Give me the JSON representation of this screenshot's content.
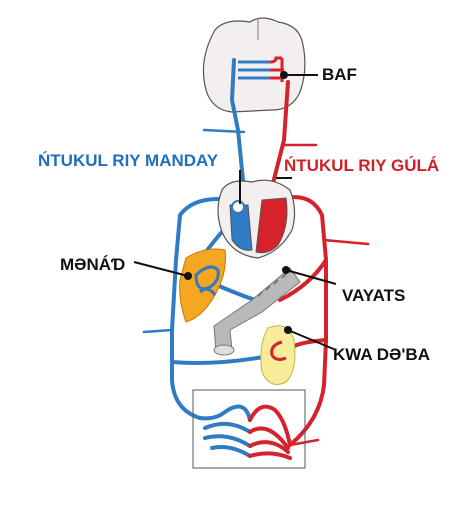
{
  "labels": {
    "brain": "BAF",
    "vein_circuit": "ŃTUKUL RIY MANDAY",
    "artery_circuit": "ŃTUKUL RIY GÚLÁ",
    "liver": "MƏNÁƊ",
    "intestine": "VAYATS",
    "kidney": "KWA DƏ'BA"
  },
  "colors": {
    "vein": "#2f7bc4",
    "artery": "#d6222a",
    "blue_label": "#1f6fc0",
    "red_label": "#d11f26",
    "liver": "#f5a623",
    "kidney": "#f7ec9a",
    "intestine": "#b9b9b9",
    "brain": "#f4efef"
  }
}
